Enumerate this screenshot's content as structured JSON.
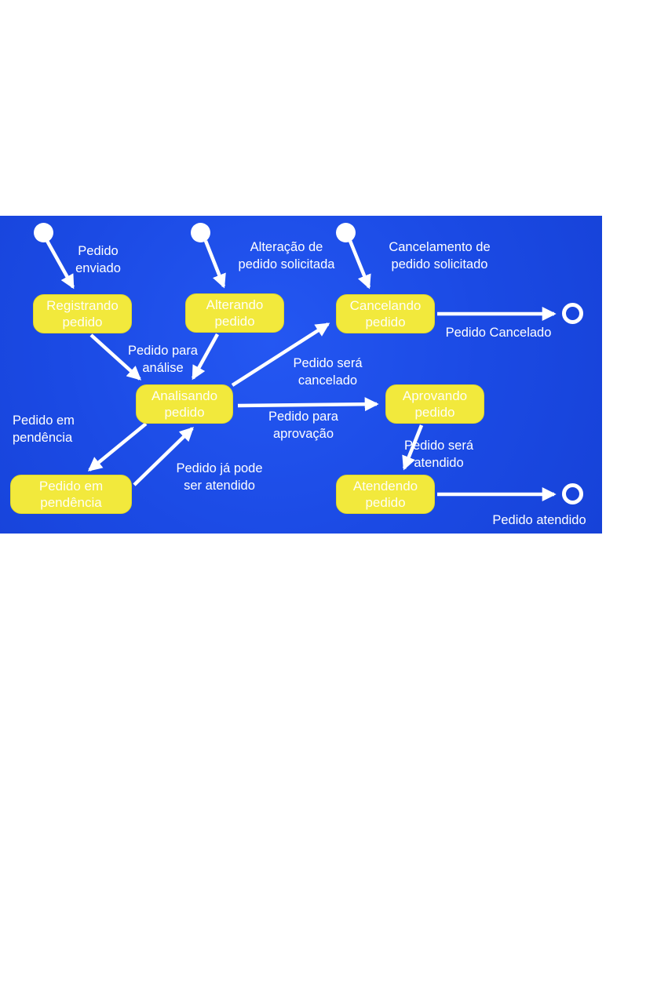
{
  "diagram": {
    "type": "uml-state-machine",
    "language": "pt-BR",
    "colors": {
      "background_blue": "#1b4ae4",
      "state_fill_yellow": "#f2e93c",
      "state_text": "#ffffff",
      "label_text": "#ffffff",
      "arrow": "#ffffff"
    },
    "states": [
      {
        "id": "registrando-pedido",
        "label": "Registrando\npedido"
      },
      {
        "id": "alterando-pedido",
        "label": "Alterando\npedido"
      },
      {
        "id": "cancelando-pedido",
        "label": "Cancelando\npedido"
      },
      {
        "id": "analisando-pedido",
        "label": "Analisando\npedido"
      },
      {
        "id": "aprovando-pedido",
        "label": "Aprovando\npedido"
      },
      {
        "id": "pedido-em-pendencia",
        "label": "Pedido em\npendência"
      },
      {
        "id": "atendendo-pedido",
        "label": "Atendendo\npedido"
      }
    ],
    "initial_states": [
      {
        "id": "initial-1"
      },
      {
        "id": "initial-2"
      },
      {
        "id": "initial-3"
      }
    ],
    "final_states": [
      {
        "id": "final-1"
      },
      {
        "id": "final-2"
      }
    ],
    "transitions": [
      {
        "from": "initial-1",
        "to": "registrando-pedido",
        "label": "Pedido\nenviado"
      },
      {
        "from": "initial-2",
        "to": "alterando-pedido",
        "label": "Alteração de\npedido solicitada"
      },
      {
        "from": "initial-3",
        "to": "cancelando-pedido",
        "label": "Cancelamento de\npedido solicitado"
      },
      {
        "from": "registrando-pedido",
        "to": "analisando-pedido",
        "label": "Pedido para\nanálise"
      },
      {
        "from": "analisando-pedido",
        "to": "cancelando-pedido",
        "label": "Pedido será\ncancelado"
      },
      {
        "from": "analisando-pedido",
        "to": "aprovando-pedido",
        "label": "Pedido para\naprovação"
      },
      {
        "from": "analisando-pedido",
        "to": "pedido-em-pendencia",
        "label": "Pedido em\npendência"
      },
      {
        "from": "pedido-em-pendencia",
        "to": "analisando-pedido",
        "label": "Pedido já pode\nser atendido"
      },
      {
        "from": "aprovando-pedido",
        "to": "atendendo-pedido",
        "label": "Pedido será\natendido"
      },
      {
        "from": "cancelando-pedido",
        "to": "final-1",
        "label": "Pedido Cancelado"
      },
      {
        "from": "atendendo-pedido",
        "to": "final-2",
        "label": "Pedido atendido"
      },
      {
        "from": "alterando-pedido",
        "to": "analisando-pedido",
        "label": ""
      }
    ]
  }
}
